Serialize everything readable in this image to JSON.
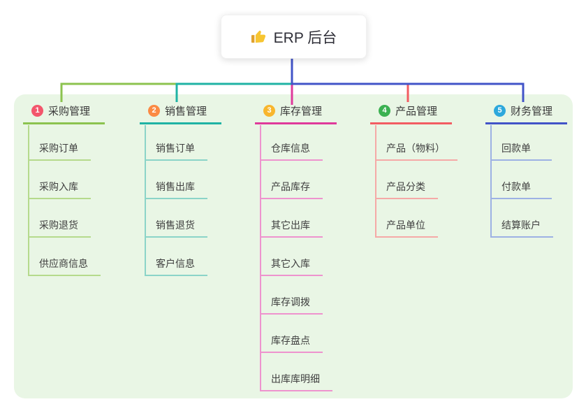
{
  "root": {
    "label": "ERP 后台",
    "icon": "thumbs-up-icon",
    "icon_color": "#f7c531",
    "icon_cuff_color": "#e0a22e"
  },
  "canvas": {
    "background": "#ffffff",
    "panel_color": "#e9f6e5"
  },
  "branches": [
    {
      "index": "1",
      "label": "采购管理",
      "badge_color": "#f3566c",
      "line_color": "#8cc34f",
      "child_line_color": "#b5da8c",
      "children": [
        "采购订单",
        "采购入库",
        "采购退货",
        "供应商信息"
      ]
    },
    {
      "index": "2",
      "label": "销售管理",
      "badge_color": "#fb8a44",
      "line_color": "#1fb3a4",
      "child_line_color": "#8bd4c8",
      "children": [
        "销售订单",
        "销售出库",
        "销售退货",
        "客户信息"
      ]
    },
    {
      "index": "3",
      "label": "库存管理",
      "badge_color": "#f8b62d",
      "line_color": "#df3a9b",
      "child_line_color": "#ee93ce",
      "children": [
        "仓库信息",
        "产品库存",
        "其它出库",
        "其它入库",
        "库存调拨",
        "库存盘点",
        "出库库明细"
      ]
    },
    {
      "index": "4",
      "label": "产品管理",
      "badge_color": "#3bb151",
      "line_color": "#f25c62",
      "child_line_color": "#f5a9a7",
      "children": [
        "产品（物料）",
        "产品分类",
        "产品单位"
      ]
    },
    {
      "index": "5",
      "label": "财务管理",
      "badge_color": "#2da8dc",
      "line_color": "#4254c8",
      "child_line_color": "#9db1e4",
      "children": [
        "回款单",
        "付款单",
        "结算账户"
      ]
    }
  ]
}
